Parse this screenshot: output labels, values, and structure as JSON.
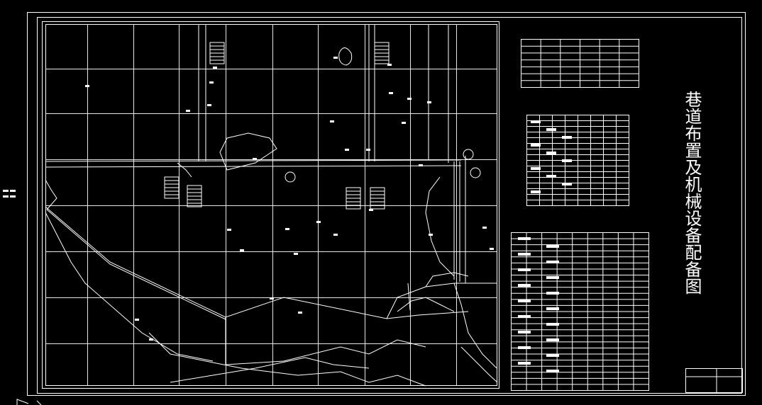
{
  "drawing": {
    "title": "巷道布置及机械设备配备图",
    "colors": {
      "background": "#000000",
      "lines": "#ffffff",
      "grid": "#e8e8e8"
    }
  },
  "tables": {
    "legend": {
      "rows": 7,
      "cols": 6
    },
    "equipment_small": {
      "rows": 16,
      "cols": 8
    },
    "equipment_large": {
      "rows": 26,
      "cols": 9
    }
  },
  "icons": {
    "axis_icon": "coordinate-axis-icon",
    "left_marker": "sheet-marker-icon"
  }
}
